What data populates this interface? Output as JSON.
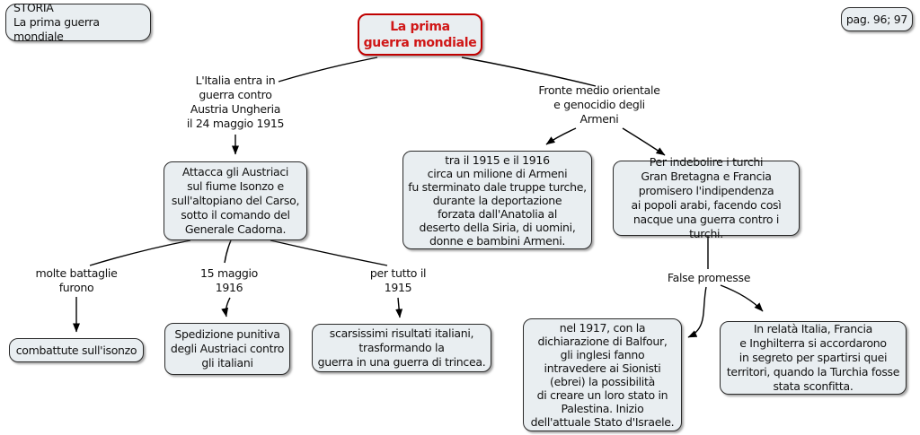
{
  "header": {
    "course_label": "STORIA\nLa prima guerra mondiale",
    "page_ref": "pag. 96; 97"
  },
  "root": "La prima\nguerra mondiale",
  "nodes": {
    "italy_entry": "L'Italia entra in\nguerra contro\nAustria Ungheria\nil 24 maggio 1915",
    "attack_isonzo": "Attacca gli Austriaci\nsul fiume Isonzo e\nsull'altopiano del Carso,\nsotto il comando del\nGenerale Cadorna.",
    "many_battles": "molte battaglie\nfurono",
    "date_15_maggio_1916": "15 maggio\n1916",
    "per_tutto_1915": "per tutto il\n1915",
    "fought_isonzo": "combattute sull'isonzo",
    "punitive_expedition": "Spedizione punitiva\ndegli Austriaci contro\ngli italiani",
    "trench_war": "scarsissimi risultati italiani,\ntrasformando la\nguerra in una guerra di trincea.",
    "middle_east_front": "Fronte medio orientale\ne genocidio degli\nArmeni",
    "armenian_genocide": "tra il 1915 e il 1916\ncirca un milione di Armeni\nfu sterminato dale truppe turche,\ndurante la deportazione\nforzata dall'Anatolia al\ndeserto della Siria, di uomini,\ndonne e bambini Armeni.",
    "weaken_turks": "Per indebolire i turchi\nGran Bretagna e Francia\npromisero l'indipendenza\nai popoli arabi, facendo così\nnacque una guerra contro i turchi.",
    "false_promises": "False promesse",
    "balfour_declaration": "nel 1917, con la\ndichiarazione di Balfour,\ngli inglesi fanno\nintravedere ai Sionisti\n(ebrei) la possibilità\ndi creare un loro stato in\nPalestina. Inizio\ndell'attuale Stato d'Israele.",
    "secret_agreement": "In relatà Italia, Francia\ne Inghilterra si accordarono\nin segreto per spartirsi quei\nterritori, quando la Turchia fosse\nstata sconfitta."
  },
  "colors": {
    "root_accent": "#c00000",
    "box_fill": "#e9eef1",
    "box_border": "#2a2a2a",
    "connector": "#000000",
    "background": "#ffffff"
  }
}
